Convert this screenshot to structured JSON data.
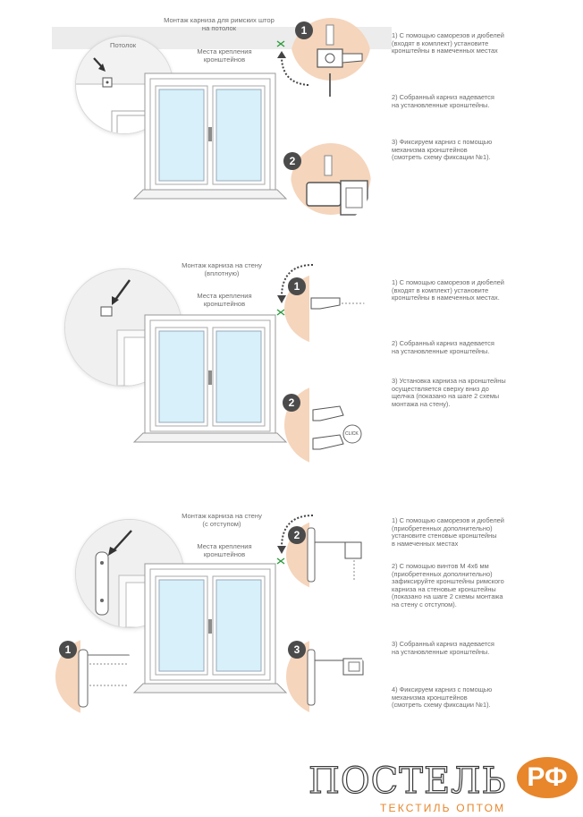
{
  "section1": {
    "title": "Монтаж карниза для римских штор\nна потолок",
    "ceiling_label": "Потолок",
    "bracket_label": "Места крепления\nкронштейнов",
    "step1_num": "1",
    "step2_num": "2",
    "steps": [
      "1) С помощью саморезов и дюбелей\n(входят в комплект) установите\nкронштейны в намеченных местах",
      "2) Собранный карниз надевается\nна установленные кронштейны.",
      "3) Фиксируем карниз с помощью\nмеханизма кронштейнов\n(смотреть схему фиксации №1)."
    ]
  },
  "section2": {
    "title": "Монтаж карниза на стену\n(вплотную)",
    "bracket_label": "Места крепления\nкронштейнов",
    "step1_num": "1",
    "step2_num": "2",
    "click_label": "CLICK",
    "steps": [
      "1) С помощью саморезов и дюбелей\n(входят в комплект) установите\nкронштейны в намеченных местах.",
      "2) Собранный карниз надевается\nна установленные кронштейны.",
      "3) Установка карниза на кронштейны\nосуществляется сверху вниз до\nщелчка (показано на шаге 2 схемы\nмонтажа на стену)."
    ]
  },
  "section3": {
    "title": "Монтаж карниза на стену\n(с отступом)",
    "bracket_label": "Места крепления\nкронштейнов",
    "step1_num": "1",
    "step2_num": "2",
    "step3_num": "3",
    "steps": [
      "1) С помощью саморезов и дюбелей\n(приобретенных дополнительно)\nустановите стеновые кронштейны\nв намеченных местах",
      "2) С помощью винтов М 4х6 мм\n(приобретенных дополнительно)\nзафиксируйте кронштейны римского\nкарниза на стеновые кронштейны\n(показано на шаге 2 схемы монтажа\nна стену с отступом).",
      "3) Собранный карниз надевается\nна установленные кронштейны.",
      "4) Фиксируем карниз с помощью\nмеханизма кронштейнов\n(смотреть схему фиксации №1)."
    ]
  },
  "logo": {
    "main": "ПОСТЕЛЬ",
    "badge": "РФ",
    "sub": "ТЕКСТИЛЬ ОПТОМ"
  },
  "colors": {
    "accent": "#e8862b",
    "peach": "#f5d5bc",
    "glass": "#d7f0fa",
    "mark": "#2e9a3e"
  }
}
